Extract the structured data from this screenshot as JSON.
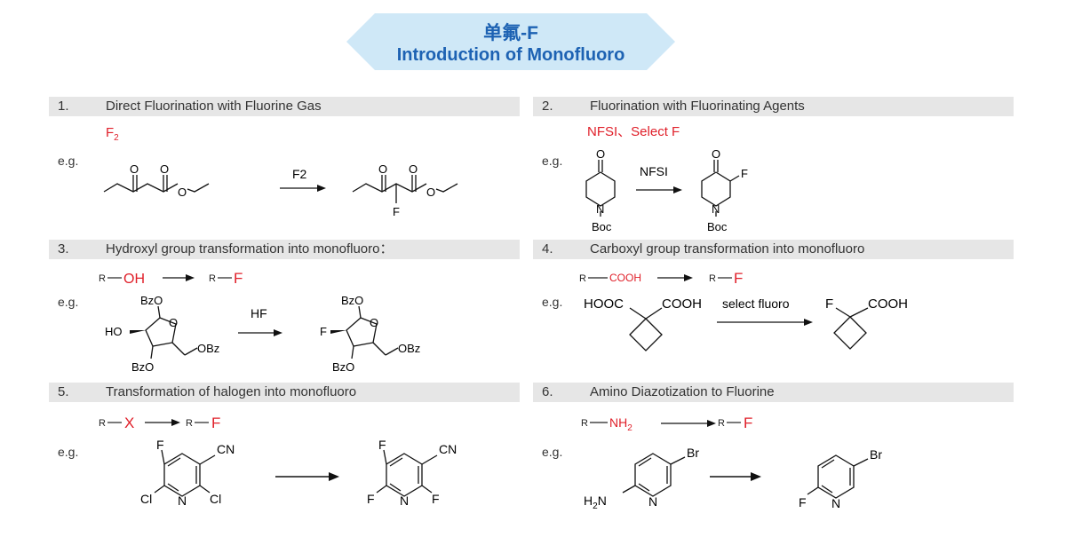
{
  "banner": {
    "title_cn": "单氟-F",
    "title_en": "Introduction of Monofluoro"
  },
  "eg_label": "e.g.",
  "sections": [
    {
      "num": "1.",
      "title": "Direct Fluorination with Fluorine Gas",
      "reagent": "F2",
      "condition": "F2"
    },
    {
      "num": "2.",
      "title": "Fluorination with Fluorinating Agents",
      "reagent": "NFSI、Select F",
      "condition": "NFSI"
    },
    {
      "num": "3.",
      "title": "Hydroxyl group transformation into monofluoro：",
      "condition": "HF"
    },
    {
      "num": "4.",
      "title": "Carboxyl group transformation into monofluoro",
      "condition": "select fluoro"
    },
    {
      "num": "5.",
      "title": "Transformation of halogen into monofluoro"
    },
    {
      "num": "6.",
      "title": "Amino Diazotization to Fluorine"
    }
  ],
  "generic": {
    "s3": {
      "r": "R",
      "from": "OH",
      "to_r": "R",
      "to": "F"
    },
    "s4": {
      "r": "R",
      "from": "COOH",
      "to_r": "R",
      "to": "F"
    },
    "s5": {
      "r": "R",
      "from": "X",
      "to_r": "R",
      "to": "F"
    },
    "s6": {
      "r": "R",
      "from": "NH2",
      "to_r": "R",
      "to": "F"
    }
  },
  "atoms": {
    "O": "O",
    "F": "F",
    "N": "N",
    "Boc": "Boc",
    "BzO": "BzO",
    "HO": "HO",
    "OBz": "OBz",
    "HOOC": "HOOC",
    "COOH": "COOH",
    "CN": "CN",
    "Cl": "Cl",
    "Br": "Br",
    "H2N": "H2N"
  },
  "colors": {
    "accent": "#1d62b3",
    "banner_fill": "#cfe8f7",
    "reagent": "#e0202a",
    "header_bg": "#e6e6e6"
  }
}
